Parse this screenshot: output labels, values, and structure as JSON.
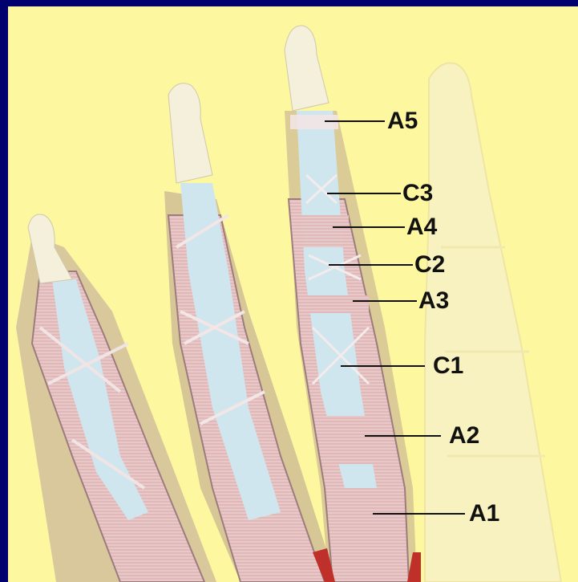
{
  "labels": {
    "a5": "A5",
    "c3": "C3",
    "a4": "A4",
    "c2": "C2",
    "a3": "A3",
    "c1": "C1",
    "a2": "A2",
    "a1": "A1"
  },
  "colors": {
    "border": "#00006e",
    "background": "#fdf7a0",
    "bone": "#f4f0dc",
    "tendon": "#cfe8f0",
    "pulley": "#e6c4c4",
    "sheath_edge": "#8a6a6a",
    "ghost_finger": "#f7f0c0",
    "muscle": "#c0302a"
  }
}
